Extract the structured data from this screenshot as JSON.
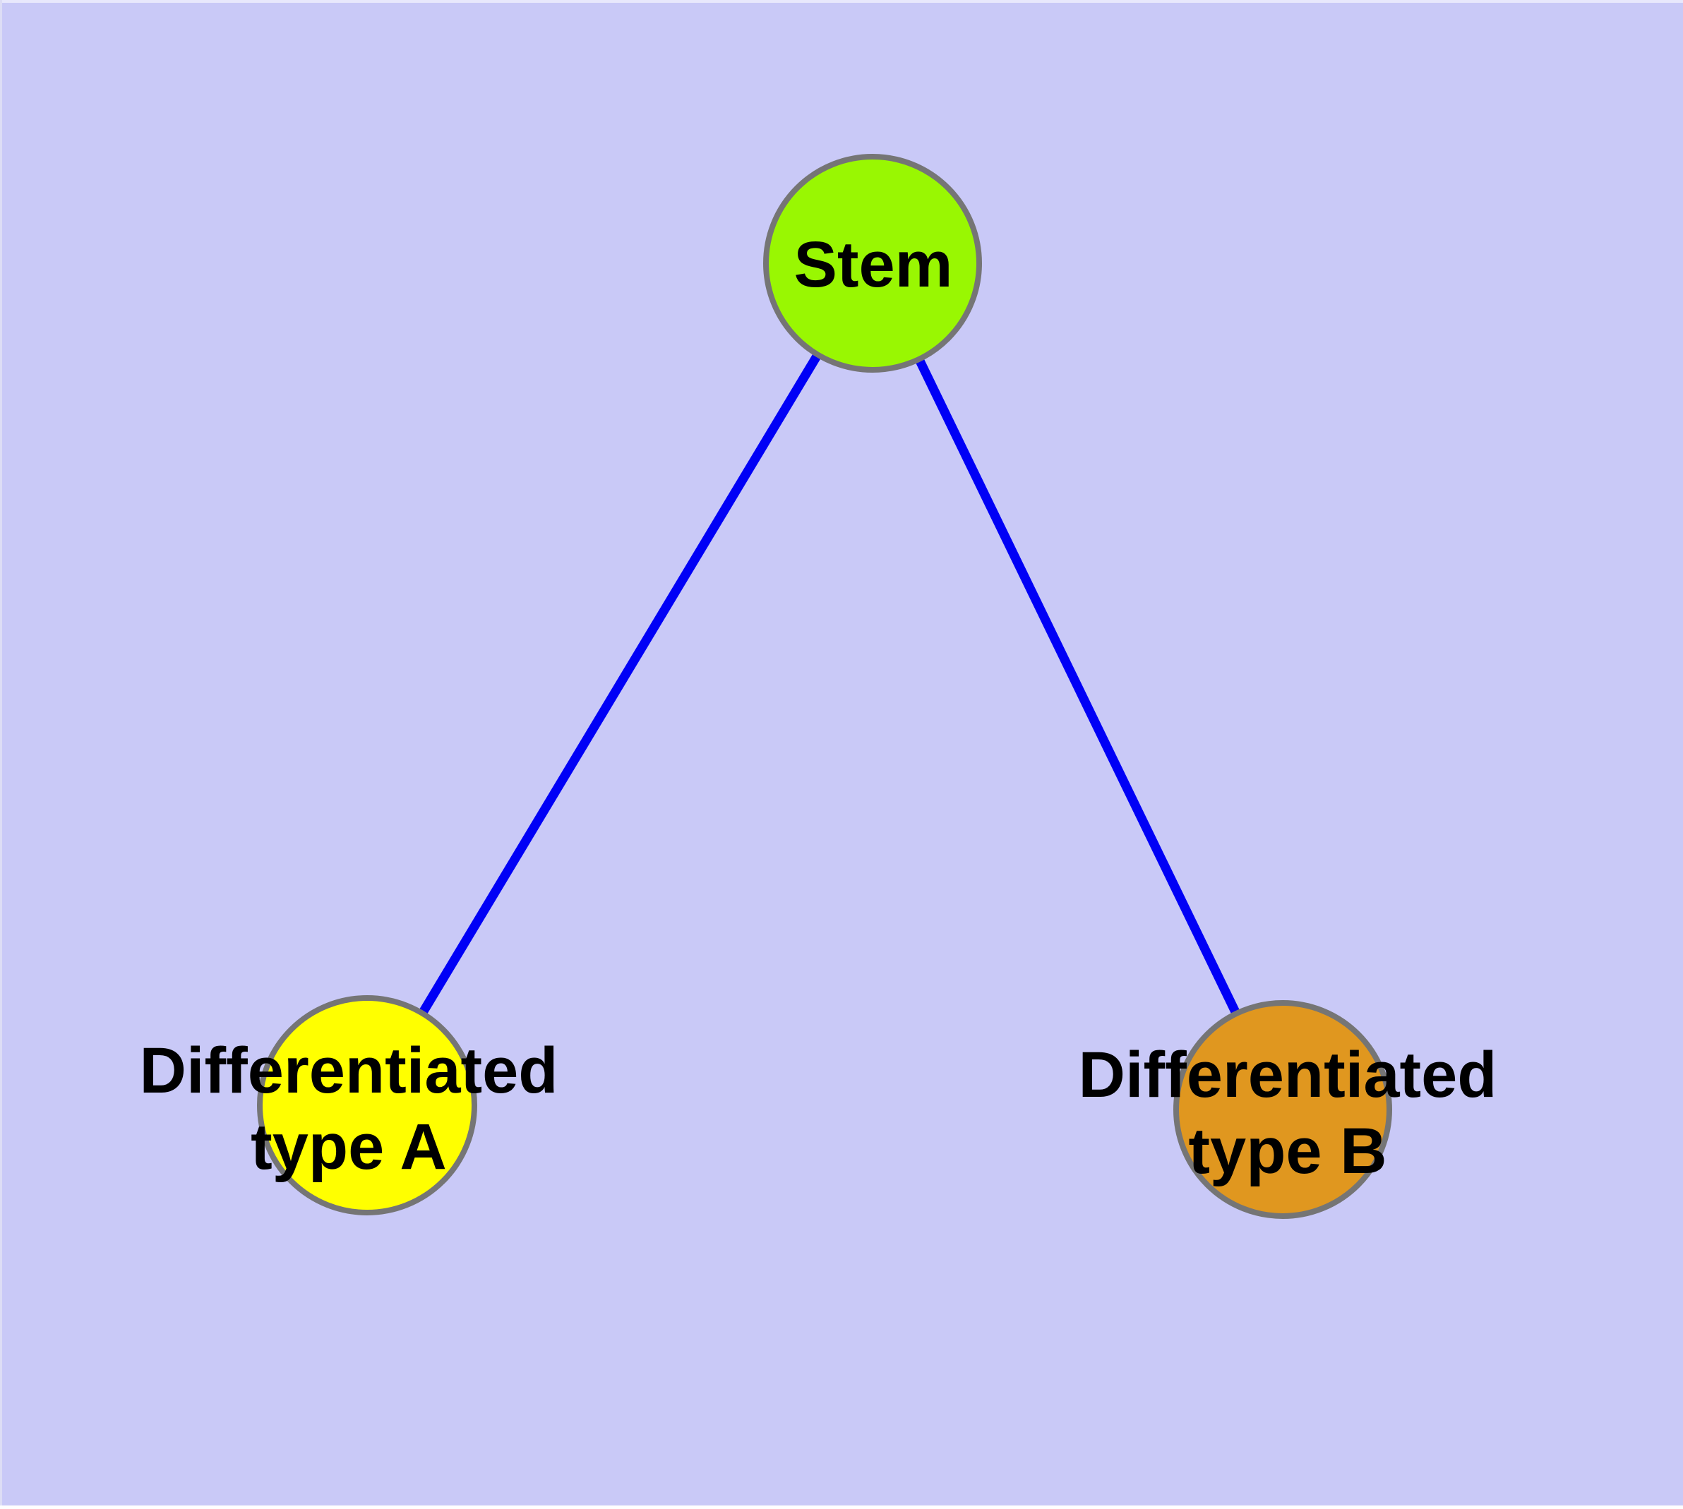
{
  "diagram": {
    "kind": "node-link-graph",
    "colors": {
      "background": "#C9C9F7",
      "edge": "#0000F6",
      "node_border": "#757575",
      "text": "#000000"
    },
    "nodes": [
      {
        "id": "stem",
        "label": "Stem",
        "lines": [
          "Stem"
        ],
        "fill": "#99F702"
      },
      {
        "id": "typeA",
        "label": "Differentiated type A",
        "lines": [
          "Differentiated",
          "type A"
        ],
        "fill": "#FFFF00"
      },
      {
        "id": "typeB",
        "label": "Differentiated type B",
        "lines": [
          "Differentiated",
          "type B"
        ],
        "fill": "#E0971F"
      }
    ],
    "edges": [
      {
        "from": "Stem",
        "to": "Differentiated type A"
      },
      {
        "from": "Stem",
        "to": "Differentiated type B"
      }
    ]
  }
}
